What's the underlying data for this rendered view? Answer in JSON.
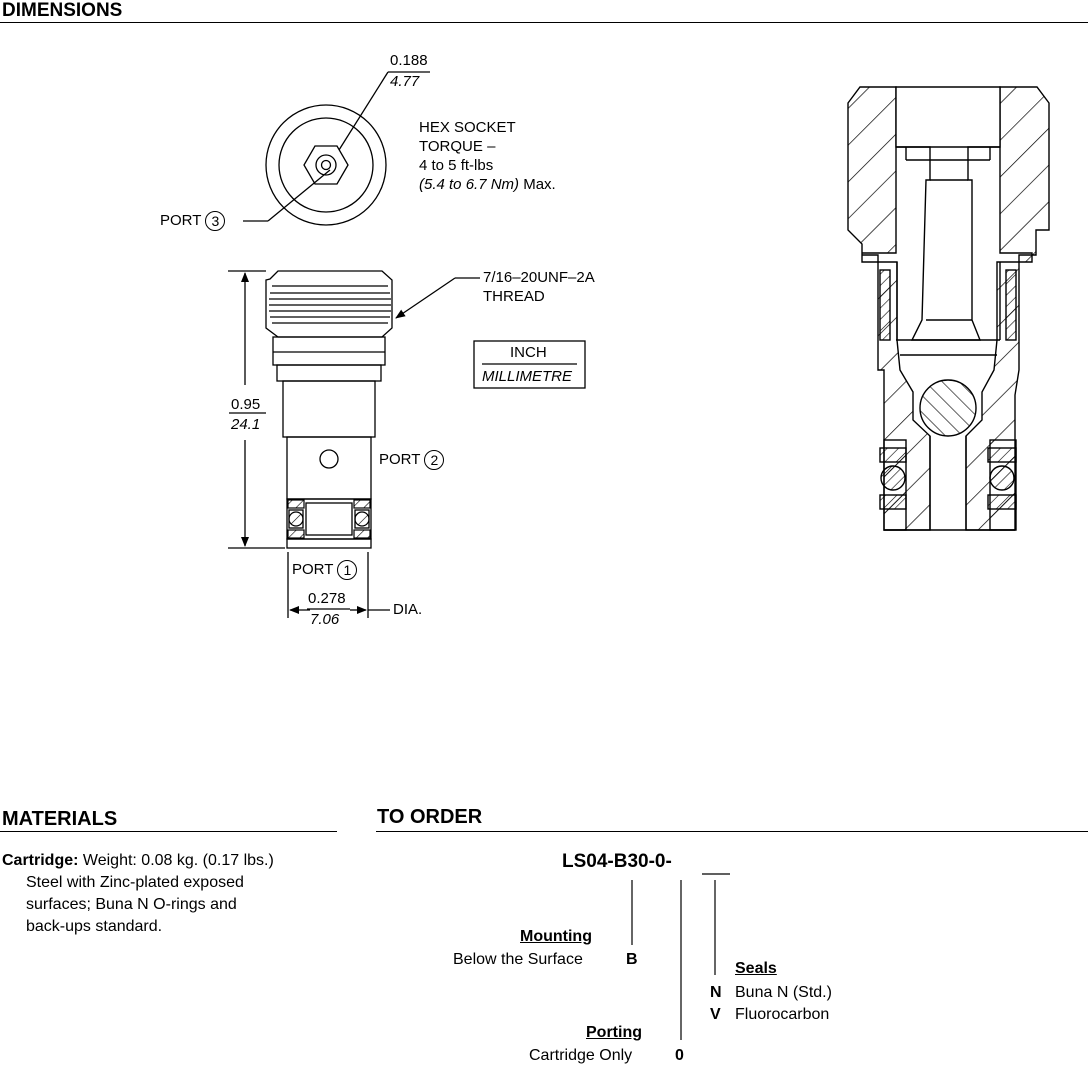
{
  "dimensions": {
    "heading": "DIMENSIONS",
    "hex_dim_inch": "0.188",
    "hex_dim_mm": "4.77",
    "hex_socket_line1": "HEX SOCKET",
    "hex_socket_line2": "TORQUE –",
    "hex_socket_line3": "4 to 5 ft-lbs",
    "hex_socket_line4_italic": "(5.4 to 6.7 Nm)",
    "hex_socket_line4_rest": " Max.",
    "port3_label": "PORT",
    "port3_num": "3",
    "thread_line1": "7/16–20UNF–2A",
    "thread_line2": "THREAD",
    "legend_inch": "INCH",
    "legend_mm": "MILLIMETRE",
    "length_inch": "0.95",
    "length_mm": "24.1",
    "port2_label": "PORT",
    "port2_num": "2",
    "port1_label": "PORT",
    "port1_num": "1",
    "dia_inch": "0.278",
    "dia_mm": "7.06",
    "dia_label": "DIA."
  },
  "materials": {
    "heading": "MATERIALS",
    "cartridge_label": "Cartridge:",
    "line1": " Weight: 0.08 kg. (0.17 lbs.)",
    "line2": "Steel with Zinc-plated exposed",
    "line3": "surfaces; Buna N O-rings and",
    "line4": "back-ups standard."
  },
  "order": {
    "heading": "TO ORDER",
    "model_code": "LS04-B30-0-",
    "mounting_title": "Mounting",
    "mounting_desc": "Below the Surface",
    "mounting_code": "B",
    "seals_title": "Seals",
    "seal_n_code": "N",
    "seal_n_desc": "Buna N (Std.)",
    "seal_v_code": "V",
    "seal_v_desc": "Fluorocarbon",
    "porting_title": "Porting",
    "porting_desc": "Cartridge Only",
    "porting_code": "0"
  }
}
